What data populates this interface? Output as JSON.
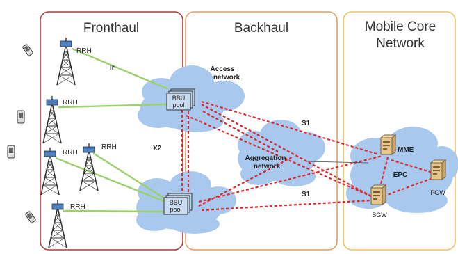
{
  "sections": {
    "fronthaul": "Fronthaul",
    "backhaul": "Backhaul",
    "core_line1": "Mobile Core",
    "core_line2": "Network"
  },
  "rrh_label": "RRH",
  "links": {
    "ir": "Ir",
    "x2": "X2",
    "s1_top": "S1",
    "s1_bottom": "S1"
  },
  "clouds": {
    "access_line1": "Access",
    "access_line2": "network",
    "aggregation_line1": "Aggregation",
    "aggregation_line2": "network",
    "epc": "EPC"
  },
  "bbu": {
    "line1": "BBU",
    "line2": "pool"
  },
  "nodes": {
    "mme": "MME",
    "sgw": "SGW",
    "pgw": "PGW"
  },
  "colors": {
    "fronthaul_border": "#b03a3a",
    "backhaul_border": "#e0a060",
    "core_border": "#f0c060",
    "cloud_fill": "#a8c8ee",
    "green_link": "#9ccf6e",
    "red_link": "#e0262a",
    "tower": "#333333",
    "rrh_box": "#4f7fbf",
    "server": "#e6c68e"
  },
  "icons": [
    "cellphone-icon",
    "tower-icon",
    "server-icon",
    "cloud-icon"
  ]
}
